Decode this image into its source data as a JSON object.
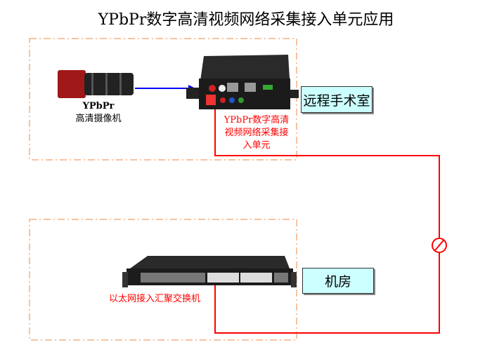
{
  "title": "YPbPr数字高清视频网络采集接入单元应用",
  "camera": {
    "line1": "YPbPr",
    "line2": "高清摄像机"
  },
  "encoder": {
    "lines": [
      "YPbPr数字高清",
      "视频网络采集接",
      "入单元"
    ]
  },
  "switch": {
    "label": "以太网接入汇聚交换机"
  },
  "locations": {
    "remote": "远程手术室",
    "machine_room": "机房"
  },
  "colors": {
    "link": "#ff0000",
    "arrow": "#0000ff",
    "box": "#ccffff",
    "dash": "#f4b183"
  }
}
